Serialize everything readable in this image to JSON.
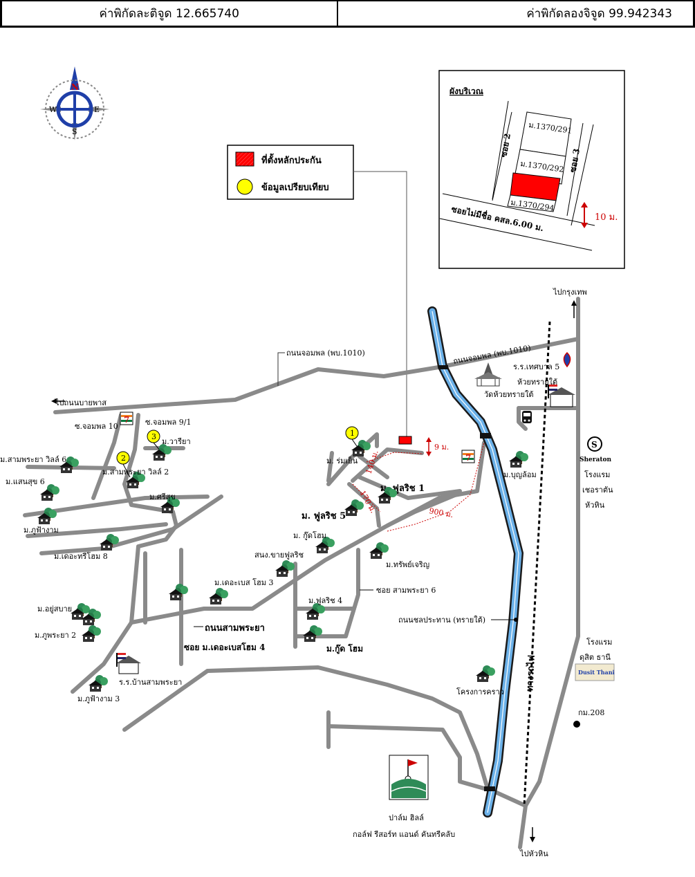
{
  "coords": {
    "lat_label": "ค่าพิกัดละติจูด 12.665740",
    "lon_label": "ค่าพิกัดลองจิจูด 99.942343"
  },
  "compass": {
    "n": "N",
    "s": "S",
    "e": "E",
    "w": "W"
  },
  "legend": {
    "collateral": "ที่ตั้งหลักประกัน",
    "comparison": "ข้อมูลเปรียบเทียบ",
    "collateral_color": "#ff0000",
    "comparison_color": "#ffff00"
  },
  "inset": {
    "title": "ผังบริเวณ",
    "lot1": "ม.1370/291",
    "lot2": "ม.1370/292",
    "lot3": "ม.1370/294",
    "soi2": "ซอย 2",
    "soi3": "ซอย 3",
    "main_road": "ซอยไม่มีชื่อ คสล.6.00 ม.",
    "distance": "10 ม."
  },
  "labels": {
    "to_bangkok": "ไปกรุงเทพ",
    "to_huahin": "ไปหัวหิน",
    "jomphol_left": "ถนนจอมพล (พบ.1010)",
    "jomphol_right": "ถนนจอมพล (พบ.1010)",
    "to_bypass": "ไปถนนบายพาส",
    "soi_jomphol10": "ซ.จอมพล 10",
    "soi_jomphol91": "ซ.จอมพล 9/1",
    "sampraya_villa6": "ม.สามพระยา วิลล์ 6",
    "sampraya_villa2": "ม.สามพระยา วิลล์ 2",
    "wariya": "ม.วารียา",
    "saensuk6": "ม.แสนสุข 6",
    "sisuk": "ม.ศรีสุข",
    "phufangam": "ม.ภูฟ้างาม",
    "thethree8": "ม.เดอะทรีโฮม 8",
    "romyen": "ม. ร่มเย็น",
    "fullrich1": "ม. ฟูลริช 1",
    "fullrich5": "ม. ฟูลริช 5",
    "goodhome": "ม. กู๊ดโฮม",
    "sanong": "สนง.ขายฟูลริช",
    "sapcharoen": "ม.ทรัพย์เจริญ",
    "thebase3": "ม.เดอะเบส โฮม 3",
    "soi_sampraya6": "ซอย สามพระยา 6",
    "fullrich4": "ม.ฟูลริช 4",
    "goodhome2": "ม.กู๊ด โฮม",
    "yoosabai": "ม.อยู่สบาย",
    "phuphraya2": "ม.ภูพระยา 2",
    "sampraya_road": "ถนนสามพระยา",
    "soi_thebase4": "ซอย ม.เดอะเบสโฮม 4",
    "school_sampraya": "ร.ร.บ้านสามพระยา",
    "phufangam3": "ม.ภูฟ้างาม 3",
    "wat": "วัดห้วยทรายใต้",
    "school_thesaban": "ร.ร.เทศบาล 5",
    "school_thesaban2": "ห้วยทรายใต้",
    "boonlom": "ม.บุญล้อม",
    "sheraton_logo": "Sheraton",
    "sheraton1": "โรงแรม",
    "sheraton2": "เชอราตัน",
    "sheraton3": "หัวหิน",
    "canal": "ถนนชลประทาน (ทรายใต้)",
    "krao": "โครงการคราว",
    "railway": "ทางรถไฟ",
    "dusit1": "โรงแรม",
    "dusit2": "ดุสิต ธานี",
    "dusit_logo": "Dusit Thani",
    "km208": "กม.208",
    "palm1": "ปาล์ม ฮิลล์",
    "palm2": "กอล์ฟ รีสอร์ท แอนด์ คันทรีคลับ",
    "dist_9m": "9 ม.",
    "dist_900": "900 ม.",
    "dist_170": "170 ม.",
    "dist_140": "140 ม.",
    "num1": "1",
    "num2": "2",
    "num3": "3",
    "seven": "7"
  }
}
